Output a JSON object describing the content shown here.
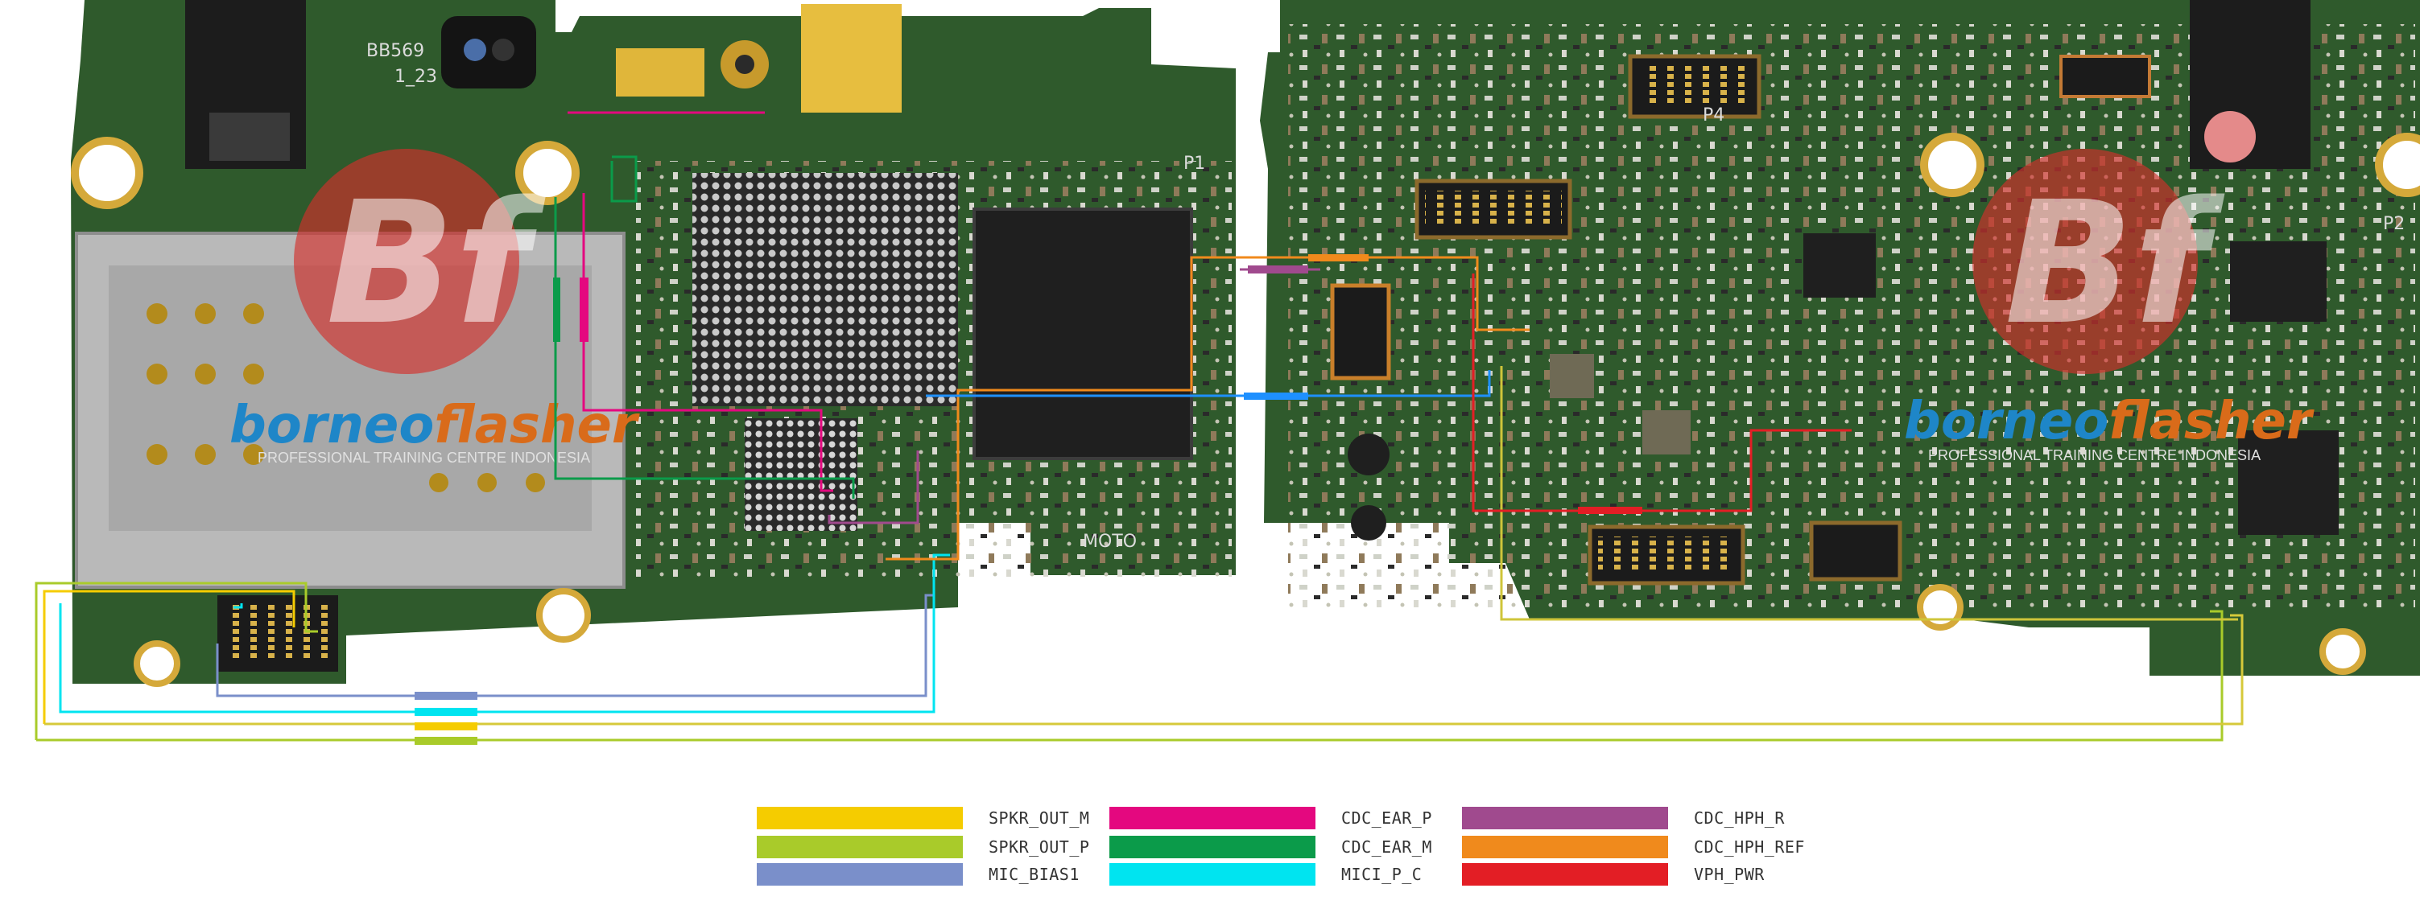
{
  "board": {
    "silkscreen": [
      "BB569",
      "1_23",
      "P1",
      "P4",
      "P2",
      "MOTO"
    ],
    "watermark": {
      "brand_a": "borneo",
      "brand_b": "flasher",
      "tagline": "PROFESSIONAL TRAINING CENTRE INDONESIA",
      "logo_text": "Bf"
    },
    "colors": {
      "pcb": "#2f5a2c",
      "pcb_dark": "#234621",
      "chip": "#1f1f1f",
      "sim_tray": "#b9b9b9"
    }
  },
  "nets": [
    {
      "name": "SPKR_OUT_M",
      "color": "#f5cc00"
    },
    {
      "name": "SPKR_OUT_P",
      "color": "#a9cb2a"
    },
    {
      "name": "MIC_BIAS1",
      "color": "#7a8fca"
    },
    {
      "name": "CDC_EAR_P",
      "color": "#e4087f"
    },
    {
      "name": "CDC_EAR_M",
      "color": "#0b9b4a"
    },
    {
      "name": "MICI_P_C",
      "color": "#00e4f0"
    },
    {
      "name": "CDC_HPH_R",
      "color": "#a04a8e"
    },
    {
      "name": "CDC_HPH_REF",
      "color": "#f08a1c"
    },
    {
      "name": "VPH_PWR",
      "color": "#e31e25"
    }
  ]
}
